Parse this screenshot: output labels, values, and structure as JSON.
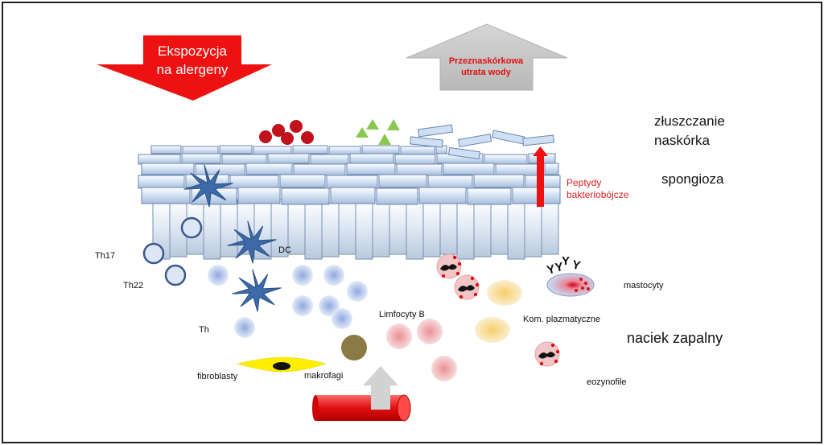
{
  "arrows": {
    "allergen_line1": "Ekspozycja",
    "allergen_line2": "na alergeny",
    "tewl_line1": "Przeznaskórkowa",
    "tewl_line2": "utrata wody",
    "peptides_line1": "Peptydy",
    "peptides_line2": "bakteriobójcze"
  },
  "right_labels": {
    "scaling_line1": "złuszczanie",
    "scaling_line2": "naskórka",
    "spongiosis": "spongioza",
    "infiltrate": "naciek zapalny"
  },
  "cell_labels": {
    "th17": "Th17",
    "th22": "Th22",
    "th": "Th",
    "dc": "DC",
    "b_cells": "Limfocyty B",
    "plasma": "Kom. plazmatyczne",
    "mast": "mastocyty",
    "eos": "eozynofile",
    "fibro": "fibroblasty",
    "macro": "makrofagi"
  },
  "antibody_glyph": "Y",
  "colors": {
    "red_arrow": "#ee1111",
    "grey_arrow": "#c8c8c8",
    "keratinocyte_fill": "#cfe0f5",
    "cell_stroke": "#6a86b0",
    "dc_blue": "#3d6aa8",
    "th_ring": "#3a5a8a",
    "allergen_red": "#c0121b",
    "green": "#8ac850",
    "peptide_text": "#e02020",
    "fibroblast": "#ffee00",
    "macrophage": "#8b7a45"
  }
}
